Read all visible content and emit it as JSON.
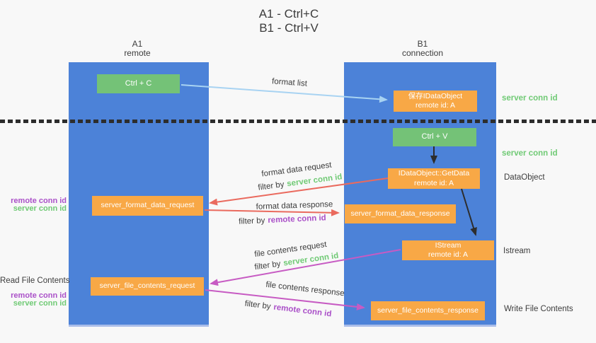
{
  "palette": {
    "column_blue": "#4c82d8",
    "box_green": "#74c277",
    "box_orange": "#f8a846",
    "label_green": "#70ca75",
    "label_purple": "#aa50c8",
    "arrow_salmon": "#ea6a5e",
    "arrow_magenta": "#c75bc3",
    "arrow_lightblue": "#a8d3f2",
    "arrow_black": "#2d2d2d",
    "text_dark": "#3c3c3c",
    "background": "#f8f8f8"
  },
  "title": {
    "line1": "A1 - Ctrl+C",
    "line2": "B1 - Ctrl+V"
  },
  "columns": {
    "a1": {
      "name": "A1",
      "role": "remote"
    },
    "b1": {
      "name": "B1",
      "role": "connection"
    }
  },
  "nodes": {
    "ctrl_c": {
      "label": "Ctrl + C"
    },
    "save_dataobject": {
      "line1": "保存IDataObject",
      "line2": "remote id: A"
    },
    "ctrl_v": {
      "label": "Ctrl + V"
    },
    "getdata": {
      "line1": "IDataObject::GetData",
      "line2": "remote id: A"
    },
    "format_request": {
      "label": "server_format_data_request"
    },
    "format_response": {
      "label": "server_format_data_response"
    },
    "istream": {
      "line1": "IStream",
      "line2": "remote id: A"
    },
    "file_request": {
      "label": "server_file_contents_request"
    },
    "file_response": {
      "label": "server_file_contents_response"
    }
  },
  "arrow_labels": {
    "format_list": "format list",
    "format_data_request": "format data request",
    "format_data_response": "format data response",
    "file_contents_request": "file contents request",
    "file_contents_response": "file contents response",
    "filter_by": "filter by",
    "server_conn_id": "server conn id",
    "remote_conn_id": "remote conn id"
  },
  "side_labels": {
    "server_conn_id_top": "server conn id",
    "server_conn_id_mid": "server conn id",
    "dataobject": "DataObject",
    "istream": "Istream",
    "write_file_contents": "Write File Contents",
    "read_file_contents": "Read File Contents",
    "remote_conn_id_format": "remote conn id",
    "server_conn_id_format": "server conn id",
    "remote_conn_id_file": "remote conn id",
    "server_conn_id_file": "server conn id"
  }
}
